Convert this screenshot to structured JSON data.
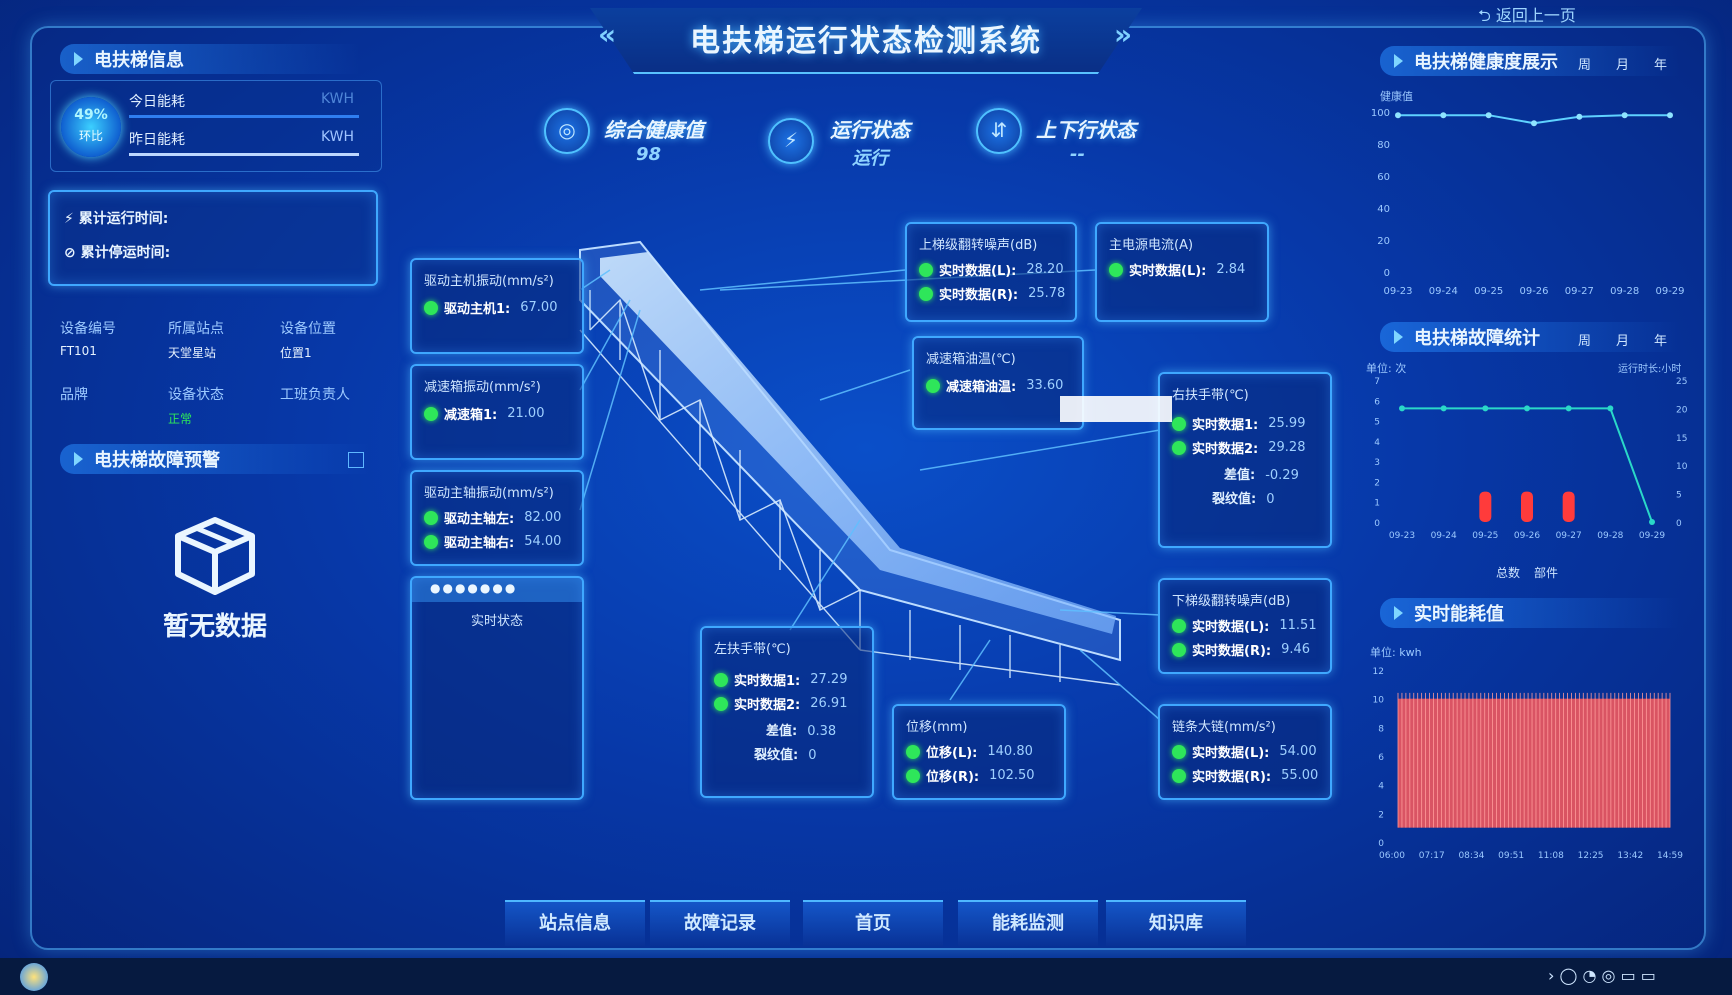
{
  "header": {
    "title": "电扶梯运行状态检测系统",
    "chev_left": "«",
    "chev_right": "»",
    "back_link": "⮌ 返回上一页"
  },
  "left": {
    "info_title": "电扶梯信息",
    "ratio_pct": "49%",
    "ratio_label": "环比",
    "energy": [
      {
        "label": "今日能耗",
        "unit": "KWH"
      },
      {
        "label": "昨日能耗",
        "unit": "KWH"
      }
    ],
    "runtime": [
      {
        "label": "累计运行时间:"
      },
      {
        "label": "累计停运时间:"
      }
    ],
    "fields_row1": [
      {
        "label": "设备编号",
        "value": "FT101"
      },
      {
        "label": "所属站点",
        "value": "天堂星站"
      },
      {
        "label": "设备位置",
        "value": "位置1"
      }
    ],
    "fields_row2": [
      {
        "label": "品牌",
        "value": ""
      },
      {
        "label": "设备状态",
        "value": "正常"
      },
      {
        "label": "工班负责人",
        "value": ""
      }
    ],
    "warning_title": "电扶梯故障预警",
    "no_data": "暂无数据"
  },
  "kpis": [
    {
      "label": "综合健康值",
      "value": "98"
    },
    {
      "label": "运行状态",
      "value": "运行"
    },
    {
      "label": "上下行状态",
      "value": "--"
    }
  ],
  "sensors": {
    "drive_motor": {
      "title": "驱动主机振动(mm/s²)",
      "rows": [
        {
          "label": "驱动主机1:",
          "value": "67.00"
        }
      ]
    },
    "reducer_vib": {
      "title": "减速箱振动(mm/s²)",
      "rows": [
        {
          "label": "减速箱1:",
          "value": "21.00"
        }
      ]
    },
    "main_shaft": {
      "title": "驱动主轴振动(mm/s²)",
      "rows": [
        {
          "label": "驱动主轴左:",
          "value": "82.00"
        },
        {
          "label": "驱动主轴右:",
          "value": "54.00"
        }
      ]
    },
    "realtime": {
      "title": "实时状态"
    },
    "upper_noise": {
      "title": "上梯级翻转噪声(dB)",
      "rows": [
        {
          "label": "实时数据(L):",
          "value": "28.20"
        },
        {
          "label": "实时数据(R):",
          "value": "25.78"
        }
      ]
    },
    "main_current": {
      "title": "主电源电流(A)",
      "rows": [
        {
          "label": "实时数据(L):",
          "value": "2.84"
        }
      ]
    },
    "oil_temp": {
      "title": "减速箱油温(℃)",
      "rows": [
        {
          "label": "减速箱油温:",
          "value": "33.60"
        }
      ]
    },
    "right_handrail": {
      "title": "右扶手带(℃)",
      "rows": [
        {
          "label": "实时数据1:",
          "value": "25.99"
        },
        {
          "label": "实时数据2:",
          "value": "29.28"
        },
        {
          "label": "差值:",
          "value": "-0.29"
        },
        {
          "label": "裂纹值:",
          "value": "0"
        }
      ]
    },
    "lower_noise": {
      "title": "下梯级翻转噪声(dB)",
      "rows": [
        {
          "label": "实时数据(L):",
          "value": "11.51"
        },
        {
          "label": "实时数据(R):",
          "value": "9.46"
        }
      ]
    },
    "left_handrail": {
      "title": "左扶手带(℃)",
      "rows": [
        {
          "label": "实时数据1:",
          "value": "27.29"
        },
        {
          "label": "实时数据2:",
          "value": "26.91"
        },
        {
          "label": "差值:",
          "value": "0.38"
        },
        {
          "label": "裂纹值:",
          "value": "0"
        }
      ]
    },
    "displacement": {
      "title": "位移(mm)",
      "rows": [
        {
          "label": "位移(L):",
          "value": "140.80"
        },
        {
          "label": "位移(R):",
          "value": "102.50"
        }
      ]
    },
    "chain": {
      "title": "链条大链(mm/s²)",
      "rows": [
        {
          "label": "实时数据(L):",
          "value": "54.00"
        },
        {
          "label": "实时数据(R):",
          "value": "55.00"
        }
      ]
    }
  },
  "right": {
    "health_title": "电扶梯健康度展示",
    "fault_title": "电扶梯故障统计",
    "energy_title": "实时能耗值",
    "periods": [
      "周",
      "月",
      "年"
    ],
    "health_chart_label": "健康值",
    "fault_unit_left": "单位: 次",
    "fault_unit_right": "运行时长:小时",
    "fault_legend": [
      "总数",
      "部件"
    ],
    "energy_unit": "单位: kwh"
  },
  "chart_data": [
    {
      "type": "line",
      "x": [
        "09-23",
        "09-24",
        "09-25",
        "09-26",
        "09-27",
        "09-28",
        "09-29"
      ],
      "series": [
        {
          "values": [
            98,
            98,
            98,
            93,
            97,
            98,
            98
          ]
        }
      ],
      "ylabel": "健康值",
      "yticks": [
        0,
        20,
        40,
        60,
        80,
        100
      ],
      "ylim": [
        0,
        100
      ]
    },
    {
      "type": "bar",
      "x": [
        "09-23",
        "09-24",
        "09-25",
        "09-26",
        "09-27",
        "09-28",
        "09-29"
      ],
      "bar_values": [
        0,
        0,
        1.5,
        1.5,
        1.5,
        0,
        0
      ],
      "line_values": [
        20,
        20,
        20,
        20,
        20,
        20,
        0
      ],
      "yticks_left": [
        0,
        1,
        2,
        3,
        4,
        5,
        6,
        7
      ],
      "yticks_right": [
        0,
        5,
        10,
        15,
        20,
        25
      ],
      "ylim": [
        0,
        7
      ],
      "ylim_right": [
        0,
        25
      ]
    },
    {
      "type": "area",
      "x_ticks": [
        "06:00",
        "07:17",
        "08:34",
        "09:51",
        "11:08",
        "12:25",
        "13:42",
        "14:59"
      ],
      "yticks": [
        0,
        2,
        4,
        6,
        8,
        10,
        12
      ],
      "ylim": [
        0,
        12
      ],
      "band": [
        1,
        10
      ]
    }
  ],
  "nav": [
    "站点信息",
    "故障记录",
    "首页",
    "能耗监测",
    "知识库"
  ],
  "colors": {
    "accent": "#3fa8ff",
    "ok": "#2ee65a",
    "bar": "#ff3b3b",
    "energy": "#ff5a5a"
  }
}
